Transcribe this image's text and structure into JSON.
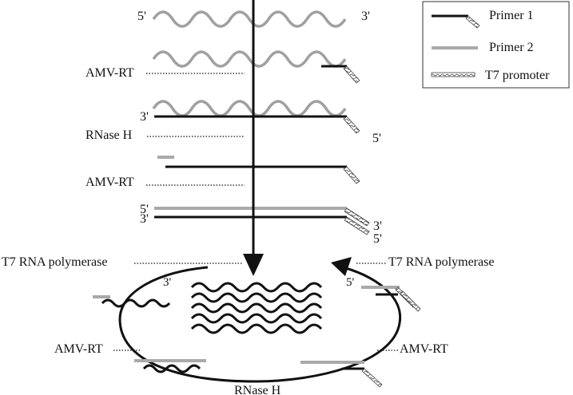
{
  "legend": {
    "primer1": "Primer 1",
    "primer2": "Primer 2",
    "t7": "T7 promoter"
  },
  "ends": {
    "five": "5'",
    "three": "3'"
  },
  "steps": {
    "amv_rt_1": "AMV-RT",
    "rnase_h_1": "RNase H",
    "amv_rt_2": "AMV-RT",
    "t7_left": "T7 RNA polymerase",
    "t7_right": "T7 RNA polymerase",
    "amv_rt_left": "AMV-RT",
    "amv_rt_right": "AMV-RT",
    "rnase_h_bottom": "RNase H"
  },
  "colors": {
    "black": "#111111",
    "gray": "#a9a9a9",
    "rna_gray": "#a0a0a0"
  }
}
